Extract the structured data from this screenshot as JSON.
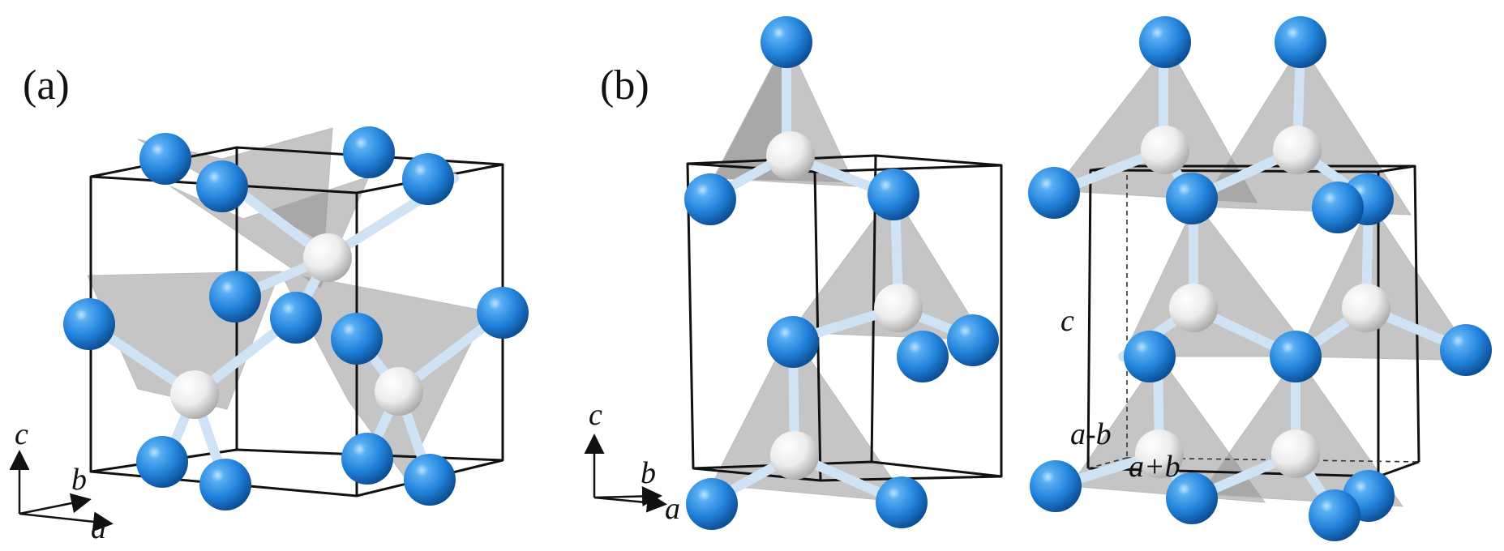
{
  "panels": {
    "a": {
      "label": "(a)"
    },
    "b": {
      "label": "(b)"
    }
  },
  "axes": {
    "a": {
      "c": "c",
      "b": "b",
      "a": "a"
    },
    "b": {
      "c": "c",
      "b": "b",
      "a": "a"
    }
  },
  "supercell_labels": {
    "c": "c",
    "a_minus_b": "a-b",
    "a_plus_b": "a+b"
  },
  "colors": {
    "anion": "#2f8fe0",
    "cation": "#ececec",
    "polyhedron": "#8c8c8c",
    "cell_edge": "#111111"
  }
}
